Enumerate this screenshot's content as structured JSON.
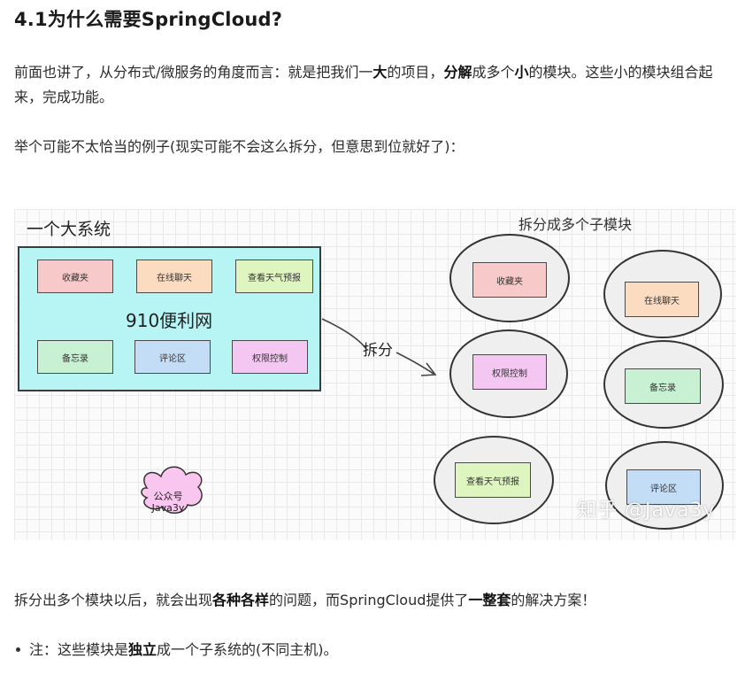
{
  "heading": "4.1为什么需要SpringCloud?",
  "paragraph1": {
    "t1": "前面也讲了，从分布式/微服务的角度而言：就是把我们一",
    "b1": "大",
    "t2": "的项目，",
    "b2": "分解",
    "t3": "成多个",
    "b3": "小",
    "t4": "的模块。这些小的模块组合起来，完成功能。"
  },
  "paragraph2": "举个可能不太恰当的例子(现实可能不会这么拆分，但意思到位就好了)：",
  "diagram": {
    "big_label": "一个大系统",
    "big_system_title": "910便利网",
    "modules": {
      "favorites": "收藏夹",
      "chat": "在线聊天",
      "weather": "查看天气预报",
      "memo": "备忘录",
      "comments": "评论区",
      "permissions": "权限控制"
    },
    "split_label": "拆分",
    "right_title": "拆分成多个子模块",
    "cloud": {
      "line1": "公众号",
      "line2": "Java3y"
    },
    "watermark": "知乎 @Java3y"
  },
  "paragraph3": {
    "t1": "拆分出多个模块以后，就会出现",
    "b1": "各种各样",
    "t2": "的问题，而SpringCloud提供了",
    "b2": "一整套",
    "t3": "的解决方案！"
  },
  "note": {
    "t1": "注：这些模块是",
    "b1": "独立",
    "t2": "成一个子系统的(不同主机)。"
  }
}
